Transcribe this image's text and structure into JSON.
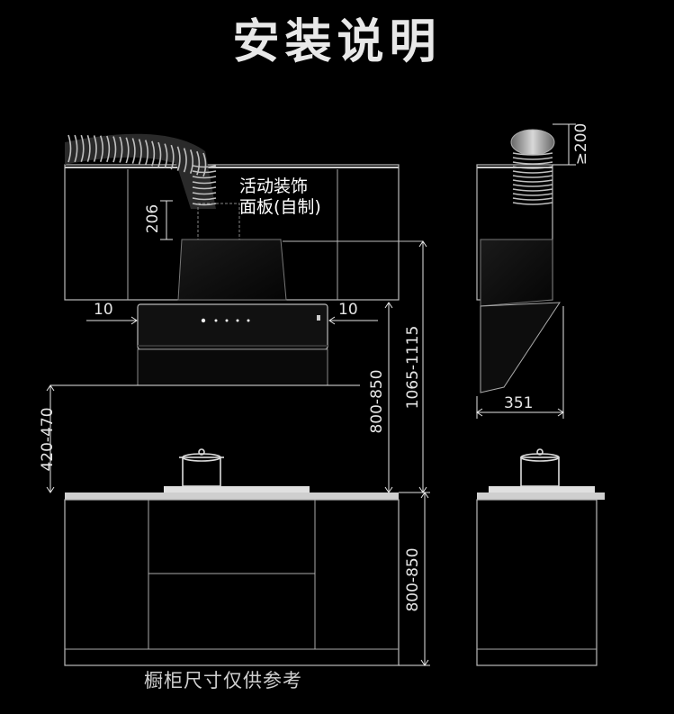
{
  "title": "安装说明",
  "decorative_panel_note": {
    "line1": "活动装饰",
    "line2": "面板(自制)"
  },
  "front_view": {
    "duct_height": "206",
    "side_gap_left": "10",
    "side_gap_right": "10",
    "hood_to_cooktop_height": "800-850",
    "hood_total_height": "1065-1115",
    "cabinet_to_counter_gap": "420-470",
    "cabinet_height": "800-850"
  },
  "side_view": {
    "duct_clearance": "≥200",
    "hood_depth": "351"
  },
  "caption": "橱柜尺寸仅供参考"
}
